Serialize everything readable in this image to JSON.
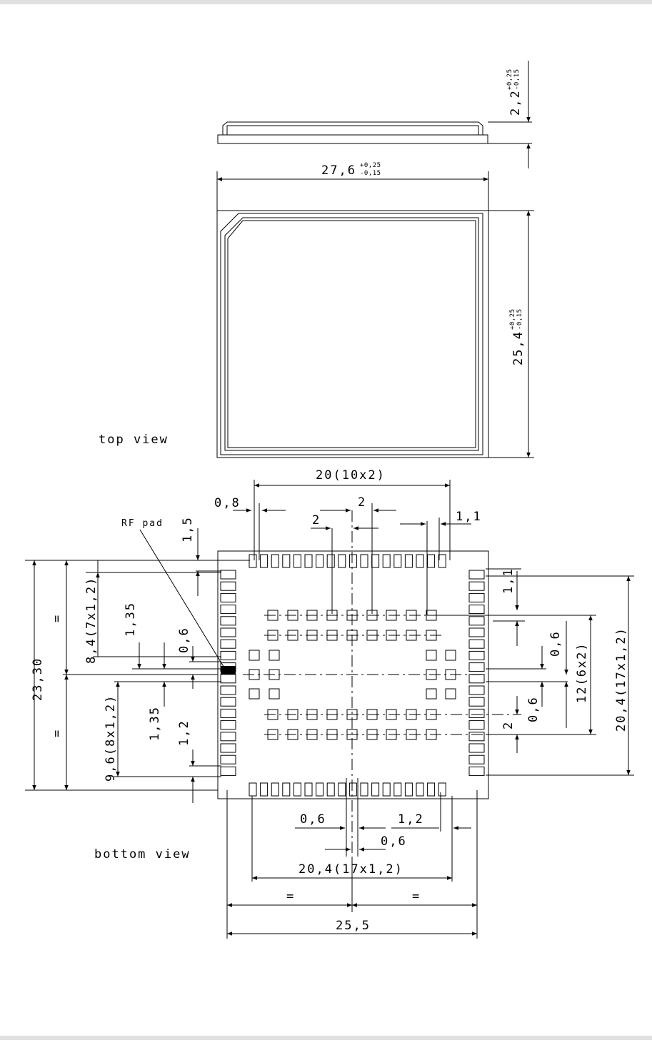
{
  "views": {
    "top_view_label": "top view",
    "bottom_view_label": "bottom view",
    "rf_pad_label": "RF pad"
  },
  "top_view_dims": {
    "height": {
      "value": "2,2",
      "tol_plus": "+0,25",
      "tol_minus": "-0,15"
    },
    "width": {
      "value": "27,6",
      "tol_plus": "+0,25",
      "tol_minus": "-0,15"
    },
    "depth": {
      "value": "25,4",
      "tol_plus": "+0,25",
      "tol_minus": "-0,15"
    }
  },
  "bottom_view_dims": {
    "pitch_span_top": "20(10x2)",
    "pad_width_top": "0,8",
    "pitch_a": "2",
    "pitch_b": "2",
    "edge_offset_top_right": "1,1",
    "edge_offset_top_left": "1,5",
    "span_left_upper": "8,4(7x1,2)",
    "span_left_lower": "9,6(8x1,2)",
    "offset_1_35_upper": "1,35",
    "offset_1_35_lower": "1,35",
    "offset_0_6_left": "0,6",
    "offset_1_2_left": "1,2",
    "overall_height": "23,30",
    "equal_upper": "=",
    "equal_lower": "=",
    "right_offset_1_1": "1,1",
    "right_0_6_upper": "0,6",
    "right_0_6_lower": "0,6",
    "right_2": "2",
    "right_span_6x2": "12(6x2)",
    "right_span_17": "20,4(17x1,2)",
    "bottom_0_6_a": "0,6",
    "bottom_1_2": "1,2",
    "bottom_0_6_b": "0,6",
    "bottom_span_17": "20,4(17x1,2)",
    "bottom_equal_left": "=",
    "bottom_equal_right": "=",
    "overall_width": "25,5"
  }
}
